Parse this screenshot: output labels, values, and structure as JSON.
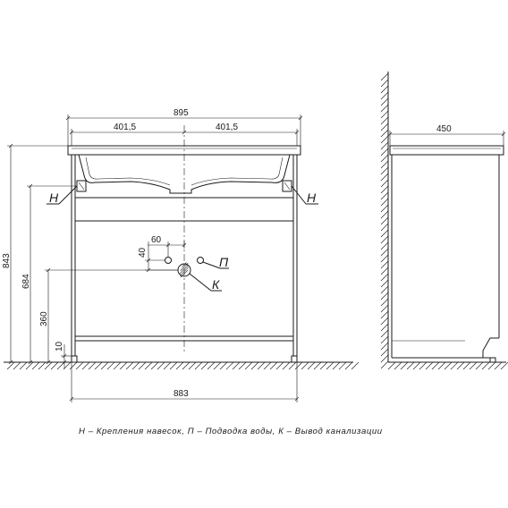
{
  "front_view": {
    "width_top": "895",
    "half_left": "401,5",
    "half_right": "401,5",
    "width_bottom": "883",
    "height_total": "843",
    "height_mount": "684",
    "height_drain": "360",
    "height_legs": "10",
    "offset_60": "60",
    "offset_40": "40"
  },
  "side_view": {
    "depth": "450"
  },
  "labels": {
    "mount_left": "Н",
    "mount_right": "Н",
    "water": "П",
    "drain": "К"
  },
  "legend": "Н – Крепления навесок, П – Подводка воды, К – Вывод канализации"
}
